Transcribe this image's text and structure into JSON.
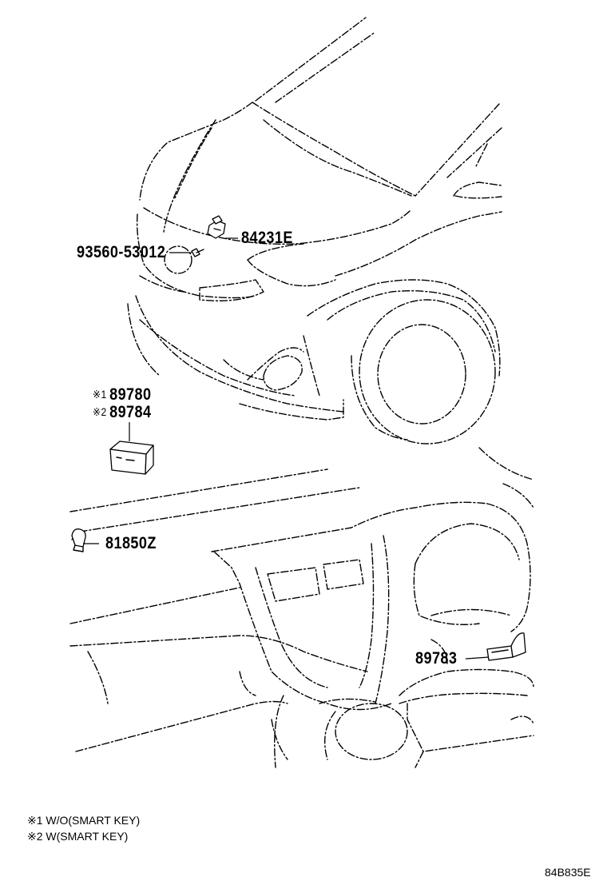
{
  "callouts": [
    {
      "id": "c1",
      "text": "84231E",
      "mark": ""
    },
    {
      "id": "c2",
      "text": "93560-53012",
      "mark": ""
    },
    {
      "id": "c3",
      "text": "89780",
      "mark": "※1"
    },
    {
      "id": "c4",
      "text": "89784",
      "mark": "※2"
    },
    {
      "id": "c5",
      "text": "81850Z",
      "mark": ""
    },
    {
      "id": "c6",
      "text": "89783",
      "mark": ""
    }
  ],
  "notes": [
    "※1 W/O(SMART KEY)",
    "※2 W(SMART KEY)"
  ],
  "figure_code": "84B835E"
}
